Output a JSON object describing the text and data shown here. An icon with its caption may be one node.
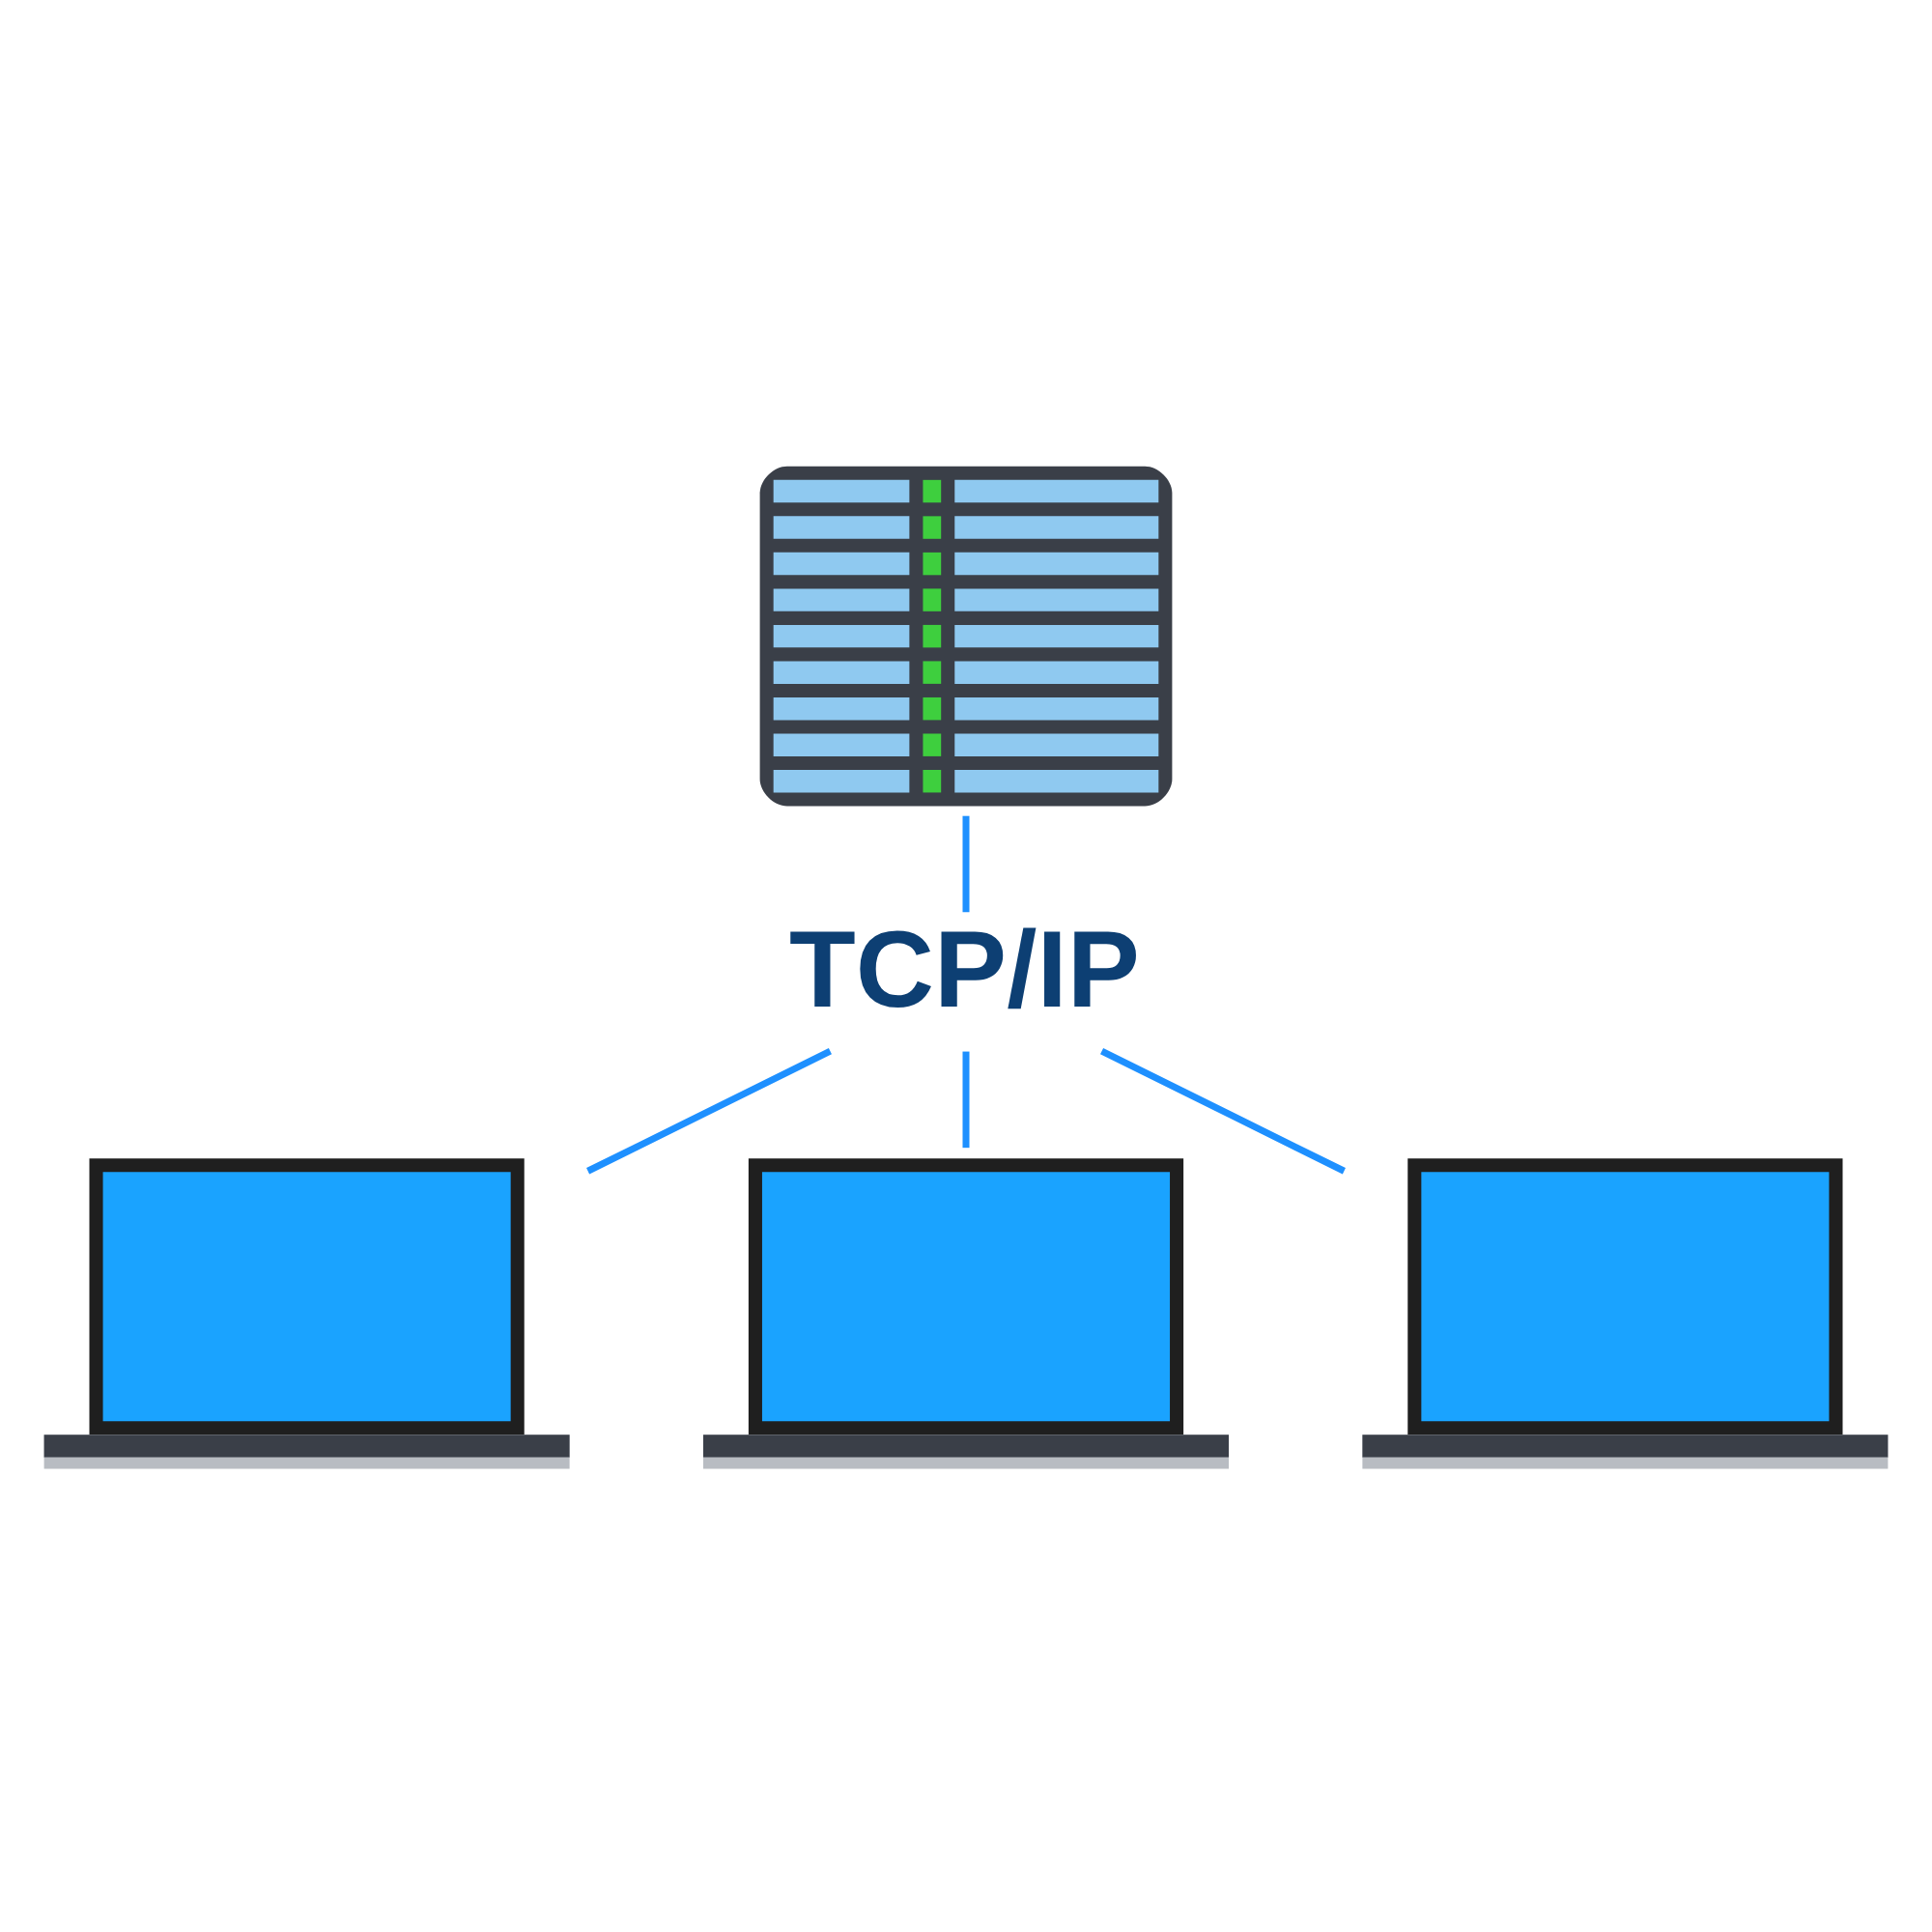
{
  "diagram": {
    "nodes": [
      {
        "text": [],
        "shape": "picture"
      },
      {
        "text": [
          "TCP/IP"
        ]
      },
      {
        "text": [],
        "shape": "picture"
      },
      {
        "text": [],
        "shape": "picture"
      },
      {
        "text": [],
        "shape": "picture"
      }
    ],
    "edges": [
      {
        "from": 1,
        "to": 0,
        "arrow": "none"
      },
      {
        "from": 1,
        "to": 2,
        "arrow": "none"
      },
      {
        "from": 1,
        "to": 3,
        "arrow": "none"
      },
      {
        "from": 1,
        "to": 4,
        "arrow": "none"
      }
    ]
  }
}
